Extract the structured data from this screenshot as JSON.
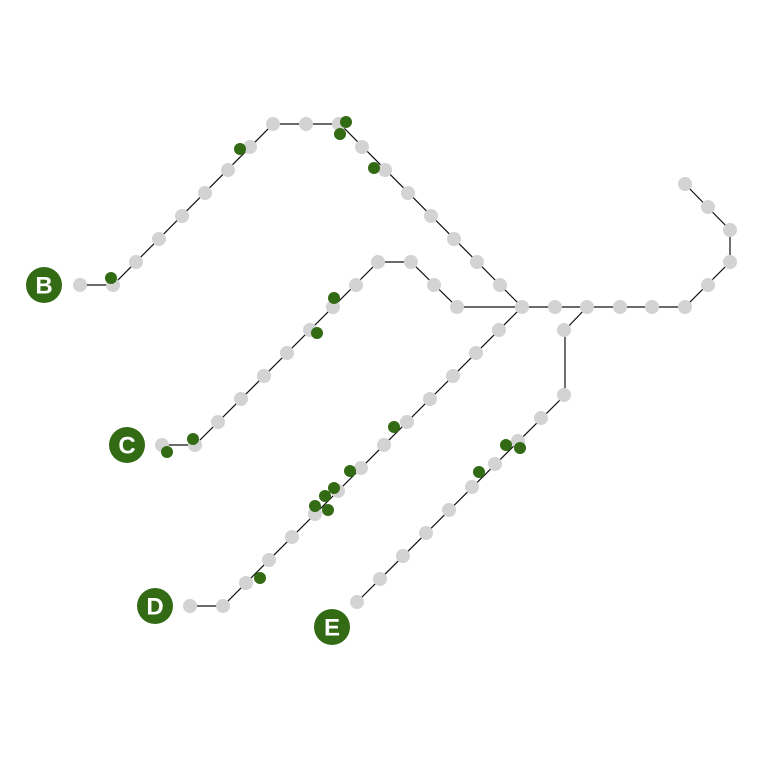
{
  "lines": [
    {
      "id": "B",
      "label": "B"
    },
    {
      "id": "C",
      "label": "C"
    },
    {
      "id": "D",
      "label": "D"
    },
    {
      "id": "E",
      "label": "E"
    }
  ],
  "colors": {
    "badge": "#326b14",
    "train": "#326b14",
    "station": "#d3d3d3",
    "track": "#111111",
    "background": "#ffffff"
  }
}
